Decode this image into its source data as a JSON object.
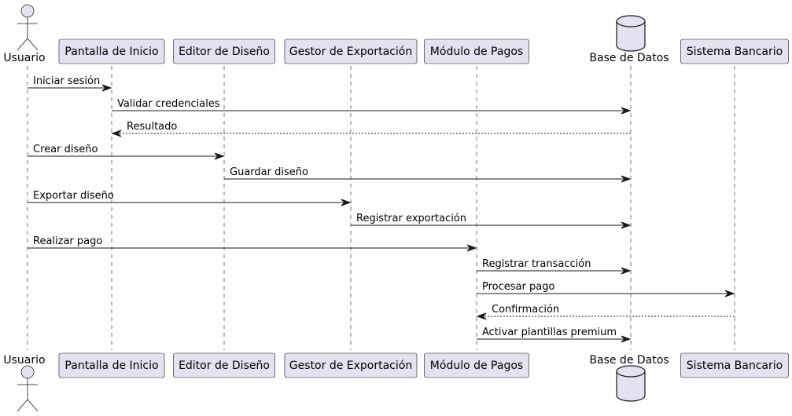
{
  "diagram": {
    "type": "sequence",
    "participants": [
      {
        "id": "usuario",
        "label": "Usuario",
        "kind": "actor"
      },
      {
        "id": "inicio",
        "label": "Pantalla de Inicio",
        "kind": "participant"
      },
      {
        "id": "editor",
        "label": "Editor de Diseño",
        "kind": "participant"
      },
      {
        "id": "export",
        "label": "Gestor de Exportación",
        "kind": "participant"
      },
      {
        "id": "pagos",
        "label": "Módulo de Pagos",
        "kind": "participant"
      },
      {
        "id": "bd",
        "label": "Base de Datos",
        "kind": "database"
      },
      {
        "id": "banco",
        "label": "Sistema Bancario",
        "kind": "participant"
      }
    ],
    "messages": [
      {
        "from": "usuario",
        "to": "inicio",
        "label": "Iniciar sesión",
        "style": "solid"
      },
      {
        "from": "inicio",
        "to": "bd",
        "label": "Validar credenciales",
        "style": "solid"
      },
      {
        "from": "bd",
        "to": "inicio",
        "label": "Resultado",
        "style": "dashed"
      },
      {
        "from": "usuario",
        "to": "editor",
        "label": "Crear diseño",
        "style": "solid"
      },
      {
        "from": "editor",
        "to": "bd",
        "label": "Guardar diseño",
        "style": "solid"
      },
      {
        "from": "usuario",
        "to": "export",
        "label": "Exportar diseño",
        "style": "solid"
      },
      {
        "from": "export",
        "to": "bd",
        "label": "Registrar exportación",
        "style": "solid"
      },
      {
        "from": "usuario",
        "to": "pagos",
        "label": "Realizar pago",
        "style": "solid"
      },
      {
        "from": "pagos",
        "to": "bd",
        "label": "Registrar transacción",
        "style": "solid"
      },
      {
        "from": "pagos",
        "to": "banco",
        "label": "Procesar pago",
        "style": "solid"
      },
      {
        "from": "banco",
        "to": "pagos",
        "label": "Confirmación",
        "style": "dashed"
      },
      {
        "from": "pagos",
        "to": "bd",
        "label": "Activar plantillas premium",
        "style": "solid"
      }
    ]
  },
  "colors": {
    "box_fill": "#e2e2f0",
    "box_stroke": "#181818",
    "lifeline": "#181818",
    "arrow": "#181818",
    "text": "#000000",
    "background": "#ffffff"
  }
}
